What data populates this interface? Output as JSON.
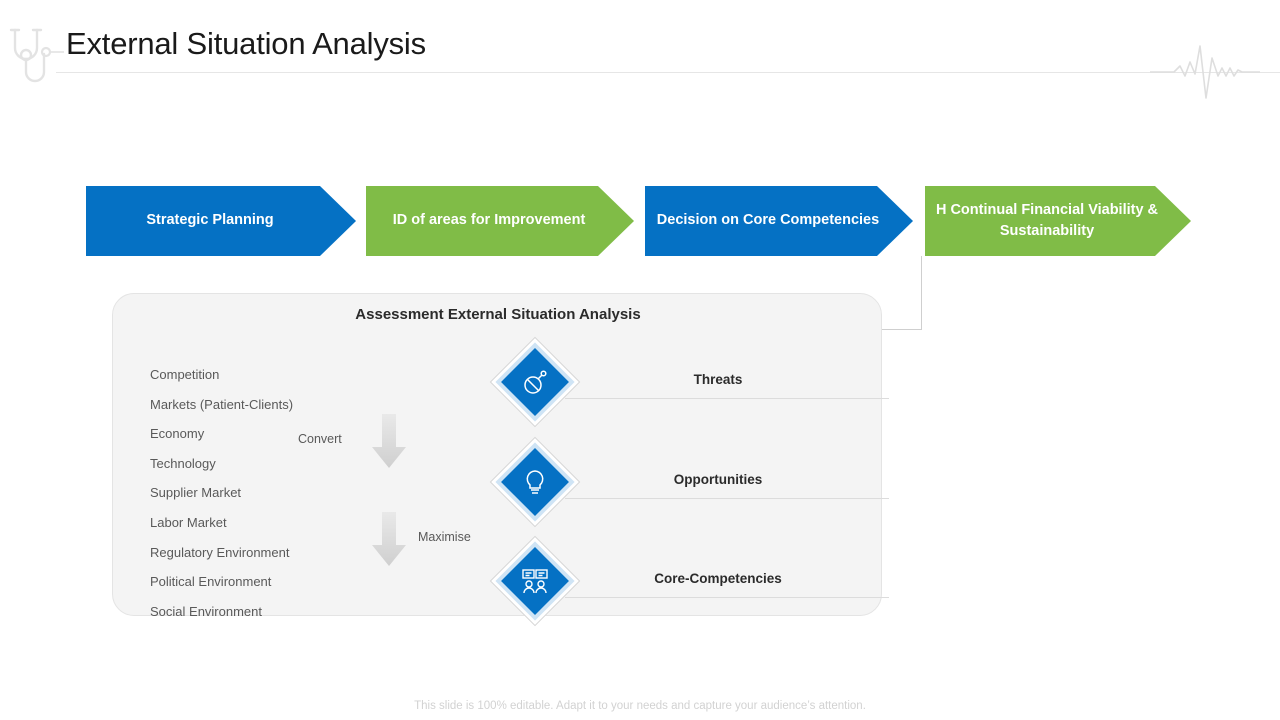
{
  "header": {
    "title": "External Situation Analysis",
    "stethoscope_icon": "stethoscope-icon",
    "ecg_icon": "ecg-heartbeat-icon"
  },
  "banners": [
    {
      "label": "Strategic Planning",
      "color": "#0571c4"
    },
    {
      "label": "ID of areas for Improvement",
      "color": "#80bc47"
    },
    {
      "label": "Decision on Core Competencies",
      "color": "#0571c4"
    },
    {
      "label": "H Continual Financial Viability & Sustainability",
      "color": "#80bc47"
    }
  ],
  "panel": {
    "title": "Assessment External Situation Analysis",
    "factors": [
      "Competition",
      "Markets (Patient-Clients)",
      "Economy",
      "Technology",
      "Supplier Market",
      "Labor Market",
      "Regulatory Environment",
      "Political Environment",
      "Social Environment"
    ],
    "flow": [
      {
        "label": "Threats",
        "icon": "bomb-icon"
      },
      {
        "label": "Opportunities",
        "icon": "lightbulb-icon"
      },
      {
        "label": "Core-Competencies",
        "icon": "team-presentation-icon"
      }
    ],
    "transitions": [
      {
        "label": "Convert",
        "icon": "down-arrow-icon"
      },
      {
        "label": "Maximise",
        "icon": "down-arrow-icon"
      }
    ]
  },
  "footer": {
    "note": "This slide is 100% editable. Adapt it to your needs and capture your audience’s attention."
  },
  "theme": {
    "blue": "#0571c4",
    "green": "#80bc47",
    "panel_bg": "#f4f4f4",
    "text_dark": "#2b2b2b",
    "text_muted": "#595959"
  }
}
